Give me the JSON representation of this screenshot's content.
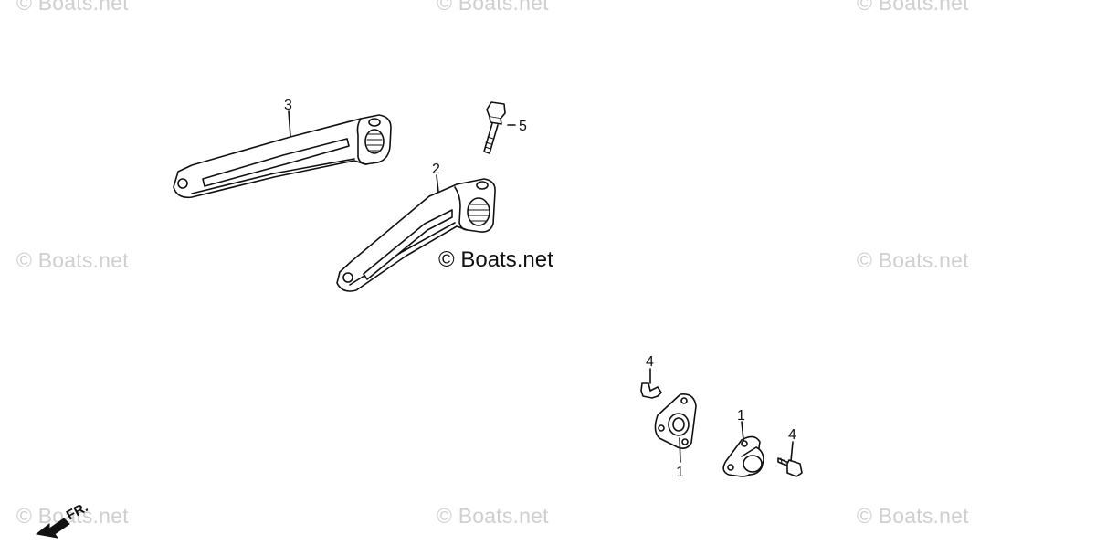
{
  "watermarks": [
    "© Boats.net",
    "© Boats.net",
    "© Boats.net",
    "© Boats.net",
    "© Boats.net",
    "© Boats.net",
    "© Boats.net",
    "© Boats.net"
  ],
  "center_watermark": "© Boats.net",
  "callouts": {
    "part_1a": "1",
    "part_1b": "1",
    "part_2": "2",
    "part_3": "3",
    "part_4a": "4",
    "part_4b": "4",
    "part_5": "5"
  },
  "front_indicator": {
    "label": "FR."
  },
  "colors": {
    "line": "#111111",
    "watermark": "#cfcfcf",
    "background": "#ffffff"
  }
}
